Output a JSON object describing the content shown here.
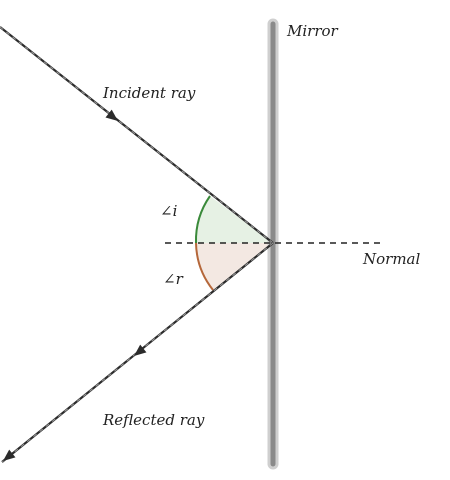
{
  "labels": {
    "mirror": "Mirror",
    "incident": "Incident ray",
    "normal": "Normal",
    "reflected": "Reflected ray",
    "angle_i": "∠i",
    "angle_r": "∠r"
  },
  "colors": {
    "mirror_outer": "#cfcfcf",
    "mirror_inner": "#8a8a8a",
    "ray": "#2b2b2b",
    "ray_dash": "#9a9a9a",
    "angle_i_stroke": "#3a8a3a",
    "angle_i_fill": "#e6f1e4",
    "angle_r_stroke": "#b5673a",
    "angle_r_fill": "#f3e8e2"
  }
}
